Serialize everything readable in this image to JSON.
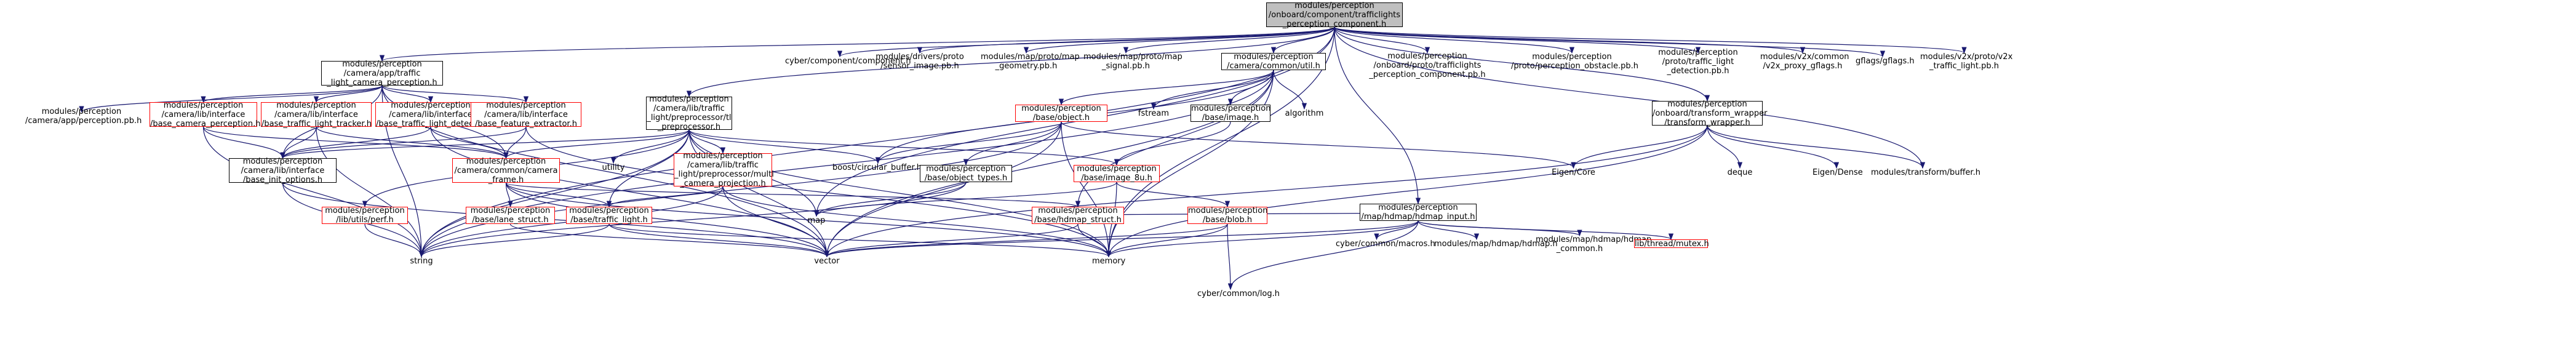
{
  "colors": {
    "edge": "#191970",
    "root_fill": "#bfbfbf",
    "node_border_documented": "#000000",
    "node_border_undocumented": "#ff0000"
  },
  "nodes": [
    {
      "id": "root",
      "lines": [
        "modules/perception",
        "/onboard/component/trafficlights",
        "_perception_component.h"
      ],
      "style": "root"
    },
    {
      "id": "camera_perception",
      "lines": [
        "modules/perception",
        "/camera/app/traffic",
        "_light_camera_perception.h"
      ],
      "style": "black"
    },
    {
      "id": "component_h",
      "lines": [
        "cyber/component/component.h"
      ],
      "style": "plain"
    },
    {
      "id": "sensor_image",
      "lines": [
        "modules/drivers/proto",
        "/sensor_image.pb.h"
      ],
      "style": "plain"
    },
    {
      "id": "map_geometry",
      "lines": [
        "modules/map/proto/map",
        "_geometry.pb.h"
      ],
      "style": "plain"
    },
    {
      "id": "map_signal",
      "lines": [
        "modules/map/proto/map",
        "_signal.pb.h"
      ],
      "style": "plain"
    },
    {
      "id": "camera_common_util",
      "lines": [
        "modules/perception",
        "/camera/common/util.h"
      ],
      "style": "black"
    },
    {
      "id": "tl_component_pb",
      "lines": [
        "modules/perception",
        "/onboard/proto/trafficlights",
        "_perception_component.pb.h"
      ],
      "style": "plain"
    },
    {
      "id": "perception_obstacle_pb",
      "lines": [
        "modules/perception",
        "/proto/perception_obstacle.pb.h"
      ],
      "style": "plain"
    },
    {
      "id": "traffic_light_detection_pb",
      "lines": [
        "modules/perception",
        "/proto/traffic_light",
        "_detection.pb.h"
      ],
      "style": "plain"
    },
    {
      "id": "v2x_proxy_gflags",
      "lines": [
        "modules/v2x/common",
        "/v2x_proxy_gflags.h"
      ],
      "style": "plain"
    },
    {
      "id": "gflags",
      "lines": [
        "gflags/gflags.h"
      ],
      "style": "plain"
    },
    {
      "id": "v2x_traffic_light_pb",
      "lines": [
        "modules/v2x/proto/v2x",
        "_traffic_light.pb.h"
      ],
      "style": "plain"
    },
    {
      "id": "app_perception_pb",
      "lines": [
        "modules/perception",
        "/camera/app/perception.pb.h"
      ],
      "style": "plain"
    },
    {
      "id": "base_camera_perception",
      "lines": [
        "modules/perception",
        "/camera/lib/interface",
        "/base_camera_perception.h"
      ],
      "style": "red"
    },
    {
      "id": "base_traffic_light_tracker",
      "lines": [
        "modules/perception",
        "/camera/lib/interface",
        "/base_traffic_light_tracker.h"
      ],
      "style": "red"
    },
    {
      "id": "base_traffic_light_detector",
      "lines": [
        "modules/perception",
        "/camera/lib/interface",
        "/base_traffic_light_detector.h"
      ],
      "style": "red"
    },
    {
      "id": "base_feature_extractor",
      "lines": [
        "modules/perception",
        "/camera/lib/interface",
        "/base_feature_extractor.h"
      ],
      "style": "red"
    },
    {
      "id": "tl_preprocessor",
      "lines": [
        "modules/perception",
        "/camera/lib/traffic",
        "_light/preprocessor/tl",
        "_preprocessor.h"
      ],
      "style": "black"
    },
    {
      "id": "base_object",
      "lines": [
        "modules/perception",
        "/base/object.h"
      ],
      "style": "red"
    },
    {
      "id": "fstream",
      "lines": [
        "fstream"
      ],
      "style": "plain"
    },
    {
      "id": "base_image",
      "lines": [
        "modules/perception",
        "/base/image.h"
      ],
      "style": "black"
    },
    {
      "id": "algorithm",
      "lines": [
        "algorithm"
      ],
      "style": "plain"
    },
    {
      "id": "transform_wrapper",
      "lines": [
        "modules/perception",
        "/onboard/transform_wrapper",
        "/transform_wrapper.h"
      ],
      "style": "black"
    },
    {
      "id": "base_init_options",
      "lines": [
        "modules/perception",
        "/camera/lib/interface",
        "/base_init_options.h"
      ],
      "style": "black"
    },
    {
      "id": "utility",
      "lines": [
        "utility"
      ],
      "style": "plain"
    },
    {
      "id": "circular_buffer",
      "lines": [
        "boost/circular_buffer.hpp"
      ],
      "style": "plain"
    },
    {
      "id": "multi_camera_projection",
      "lines": [
        "modules/perception",
        "/camera/lib/traffic",
        "_light/preprocessor/multi",
        "_camera_projection.h"
      ],
      "style": "red"
    },
    {
      "id": "camera_frame",
      "lines": [
        "modules/perception",
        "/camera/common/camera",
        "_frame.h"
      ],
      "style": "red"
    },
    {
      "id": "object_types",
      "lines": [
        "modules/perception",
        "/base/object_types.h"
      ],
      "style": "black"
    },
    {
      "id": "image_8u",
      "lines": [
        "modules/perception",
        "/base/image_8u.h"
      ],
      "style": "red"
    },
    {
      "id": "eigen_core",
      "lines": [
        "Eigen/Core"
      ],
      "style": "plain"
    },
    {
      "id": "hdmap_input",
      "lines": [
        "modules/perception",
        "/map/hdmap/hdmap_input.h"
      ],
      "style": "black"
    },
    {
      "id": "deque",
      "lines": [
        "deque"
      ],
      "style": "plain"
    },
    {
      "id": "eigen_dense",
      "lines": [
        "Eigen/Dense"
      ],
      "style": "plain"
    },
    {
      "id": "transform_buffer",
      "lines": [
        "modules/transform/buffer.h"
      ],
      "style": "plain"
    },
    {
      "id": "perf_h",
      "lines": [
        "modules/perception",
        "/lib/utils/perf.h"
      ],
      "style": "red"
    },
    {
      "id": "lane_struct",
      "lines": [
        "modules/perception",
        "/base/lane_struct.h"
      ],
      "style": "red"
    },
    {
      "id": "traffic_light",
      "lines": [
        "modules/perception",
        "/base/traffic_light.h"
      ],
      "style": "red"
    },
    {
      "id": "map",
      "lines": [
        "map"
      ],
      "style": "plain"
    },
    {
      "id": "hdmap_struct",
      "lines": [
        "modules/perception",
        "/base/hdmap_struct.h"
      ],
      "style": "red"
    },
    {
      "id": "blob",
      "lines": [
        "modules/perception",
        "/base/blob.h"
      ],
      "style": "red"
    },
    {
      "id": "macros",
      "lines": [
        "cyber/common/macros.h"
      ],
      "style": "plain"
    },
    {
      "id": "hdmap_h",
      "lines": [
        "modules/map/hdmap/hdmap.h"
      ],
      "style": "plain"
    },
    {
      "id": "hdmap_common",
      "lines": [
        "modules/map/hdmap/hdmap",
        "_common.h"
      ],
      "style": "plain"
    },
    {
      "id": "mutex",
      "lines": [
        "lib/thread/mutex.h"
      ],
      "style": "red"
    },
    {
      "id": "string",
      "lines": [
        "string"
      ],
      "style": "plain"
    },
    {
      "id": "vector",
      "lines": [
        "vector"
      ],
      "style": "plain"
    },
    {
      "id": "memory",
      "lines": [
        "memory"
      ],
      "style": "plain"
    },
    {
      "id": "log",
      "lines": [
        "cyber/common/log.h"
      ],
      "style": "plain"
    }
  ]
}
